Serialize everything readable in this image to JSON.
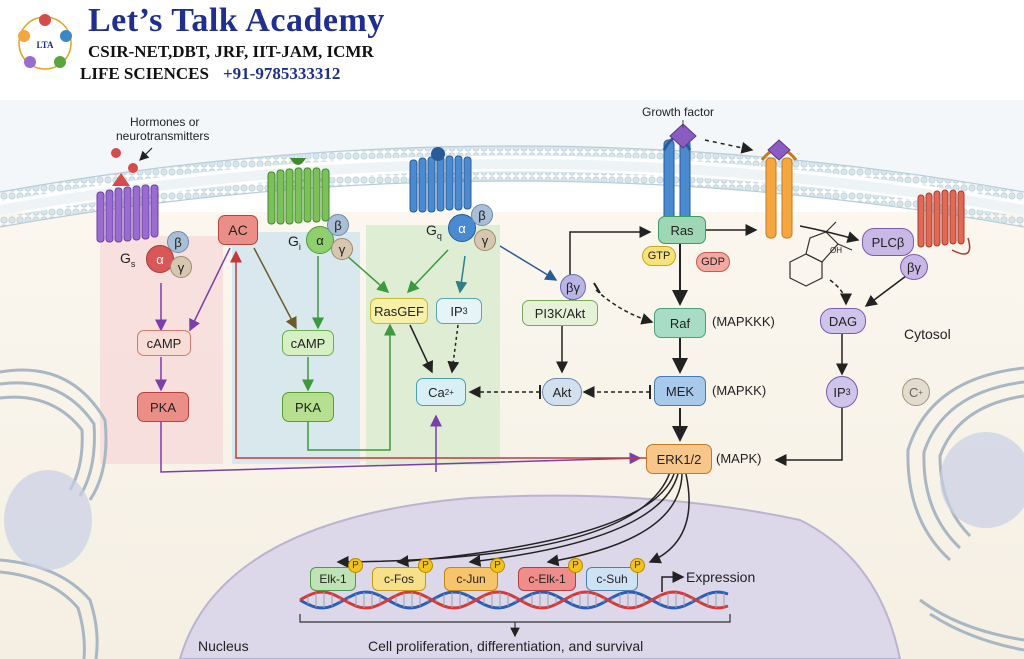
{
  "header": {
    "title": "Let’s Talk Academy",
    "subtitle": "CSIR-NET,DBT, JRF, IIT-JAM, ICMR",
    "line3": "LIFE SCIENCES",
    "phone": "+91-9785333312",
    "logo_text": "LTA"
  },
  "diagram": {
    "hormones_label_1": "Hormones or",
    "hormones_label_2": "neurotransmitters",
    "growth_factor_label": "Growth factor",
    "cytosol_label": "Cytosol",
    "nucleus_label": "Nucleus",
    "outcome_label": "Cell proliferation, differentiation, and survival",
    "expression_label": "Expression",
    "gs": {
      "label": "G",
      "sub": "s",
      "alpha": "α",
      "beta": "β",
      "gamma": "γ"
    },
    "gi": {
      "label": "G",
      "sub": "i",
      "alpha": "α",
      "beta": "β",
      "gamma": "γ"
    },
    "gq": {
      "label": "G",
      "sub": "q",
      "alpha": "α",
      "beta": "β",
      "gamma": "γ"
    },
    "ac": "AC",
    "camp_s": "cAMP",
    "pka_s": "PKA",
    "camp_i": "cAMP",
    "pka_i": "PKA",
    "rasgef": "RasGEF",
    "ip3_q": "IP",
    "ip3_q_sub": "3",
    "ca": "Ca",
    "ca_sup": "2+",
    "pi3k": "PI3K/Akt",
    "betagamma": "βγ",
    "akt": "Akt",
    "ras": "Ras",
    "gtp": "GTP",
    "gdp": "GDP",
    "raf": "Raf",
    "raf_note": "(MAPKKK)",
    "mek": "MEK",
    "mek_note": "(MAPKK)",
    "erk": "ERK1/2",
    "erk_note": "(MAPK)",
    "plcb": "PLCβ",
    "plcb_bg": "βγ",
    "dag": "DAG",
    "ip3_r": "IP",
    "ip3_r_sub": "3",
    "c_plus": "C",
    "c_plus_sup": "+",
    "drug_label": "OH",
    "tfs": [
      {
        "label": "Elk-1",
        "color": "#bfe3b4",
        "border": "#4a9a4a"
      },
      {
        "label": "c-Fos",
        "color": "#f7e08a",
        "border": "#c39a12"
      },
      {
        "label": "c-Jun",
        "color": "#f6c46a",
        "border": "#c58414"
      },
      {
        "label": "c-Elk-1",
        "color": "#ee8d8a",
        "border": "#b83c3c"
      },
      {
        "label": "c-Suh",
        "color": "#cfe2f3",
        "border": "#4a7fb0"
      }
    ],
    "p_label": "P"
  },
  "colors": {
    "gs": "#8a5cc2",
    "gi": "#5aa63c",
    "gq": "#3d7fc2",
    "rtk": "#3a88c8",
    "rtk2": "#f4a640",
    "gpcr_r": "#d64b3a",
    "ras": "#8fd3a8",
    "mapk": "#9fd7c6",
    "membrane": "#d7e6ee"
  }
}
